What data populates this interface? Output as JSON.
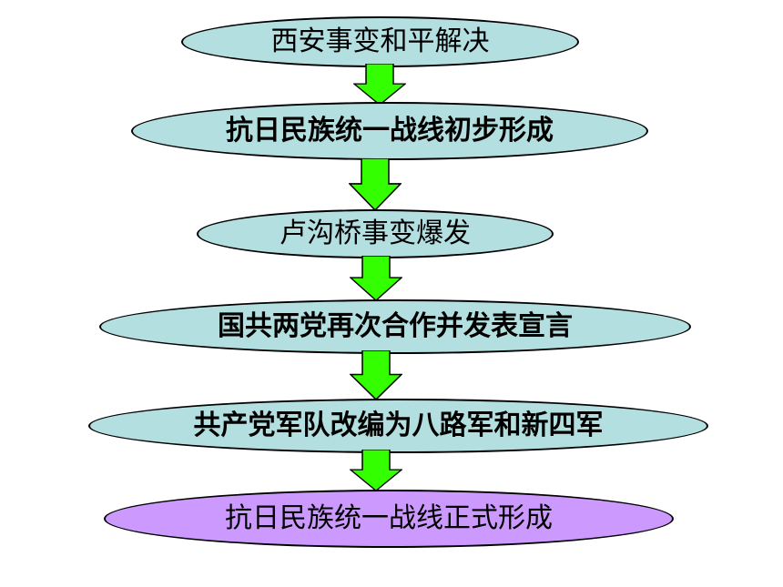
{
  "flowchart": {
    "steps": [
      {
        "label": "西安事变和平解决"
      },
      {
        "label": "抗日民族统一战线初步形成"
      },
      {
        "label": "卢沟桥事变爆发"
      },
      {
        "label": "国共两党再次合作并发表宣言"
      },
      {
        "label": "共产党军队改编为八路军和新四军"
      },
      {
        "label": "抗日民族统一战线正式形成"
      }
    ]
  },
  "colors": {
    "step_fill": "#b3dfe0",
    "final_step_fill": "#cc99ff",
    "arrow_fill": "#33ff00",
    "outline": "#000000"
  }
}
